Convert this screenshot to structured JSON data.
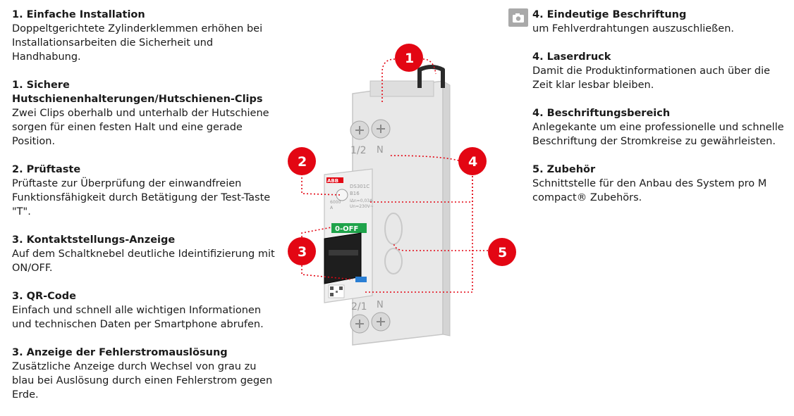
{
  "left": [
    {
      "title": "1. Einfache Installation",
      "desc": "Doppeltgerichtete Zylinderklemmen erhöhen bei Installationsarbeiten die Sicherheit und Handhabung."
    },
    {
      "title": "1. Sichere Hutschienenhalterungen/Hutschienen-Clips",
      "desc": "Zwei Clips oberhalb und unterhalb der Hutschiene sorgen für einen festen Halt und eine gerade Position."
    },
    {
      "title": "2. Prüftaste",
      "desc": "Prüftaste zur Überprüfung der einwandfreien Funktionsfähigkeit durch Betätigung der Test-Taste \"T\"."
    },
    {
      "title": "3. Kontaktstellungs-Anzeige",
      "desc": "Auf dem Schaltknebel deutliche Ideintifizierung mit ON/OFF."
    },
    {
      "title": "3. QR-Code",
      "desc": "Einfach und schnell alle wichtigen Informationen und technischen Daten per Smartphone abrufen."
    },
    {
      "title": "3. Anzeige der Fehlerstromauslösung",
      "desc": "Zusätzliche Anzeige durch Wechsel von grau zu blau bei Auslösung durch einen Fehlerstrom gegen Erde."
    }
  ],
  "right": [
    {
      "title": "4. Eindeutige Beschriftung",
      "desc": "um Fehlverdrahtungen auszuschließen."
    },
    {
      "title": "4. Laserdruck",
      "desc": "Damit die Produktinformationen auch über die Zeit klar lesbar bleiben."
    },
    {
      "title": "4. Beschriftungsbereich",
      "desc": "Anlegekante um eine professionelle und schnelle Beschriftung der Stromkreise zu gewährleisten."
    },
    {
      "title": "5. Zubehör",
      "desc": "Schnittstelle für den Anbau des System pro M compact® Zubehörs."
    }
  ],
  "camera_icon": "camera-icon",
  "device": {
    "brand": "ABB",
    "model": "DS301C",
    "rating": "B16",
    "idn": "IΔn=0,03A",
    "un": "Un=230V~",
    "class": "6000",
    "class_unit": "A",
    "toggle_label": "0-OFF",
    "terminal_top": "1/2",
    "terminal_top_n": "N",
    "terminal_bottom": "2/1",
    "terminal_bottom_n": "N"
  },
  "callouts": [
    "1",
    "2",
    "3",
    "4",
    "5"
  ],
  "colors": {
    "accent": "#e30613",
    "device": "#e9e9e9",
    "toggle_indicator": "#1fa34a",
    "trip_indicator": "#2a7fd4"
  }
}
